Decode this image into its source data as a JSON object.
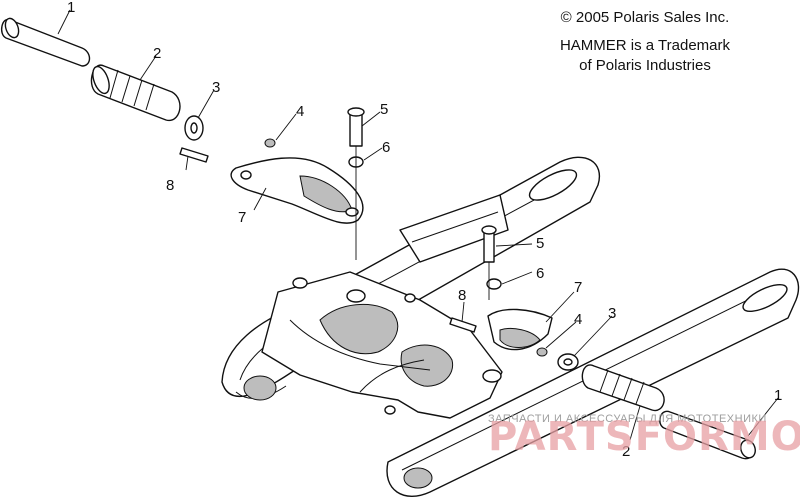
{
  "copyright": {
    "line1": "© 2005 Polaris Sales Inc.",
    "line2": "HAMMER is a Trademark",
    "line3": "of Polaris Industries"
  },
  "callouts": [
    "1",
    "2",
    "3",
    "4",
    "5",
    "6",
    "7",
    "8"
  ],
  "watermark": {
    "tagline": "ЗАПЧАСТИ И АКСЕССУАРЫ ДЛЯ МОТОТЕХНИКИ",
    "brand": "PARTSFORMOTO.RU"
  }
}
